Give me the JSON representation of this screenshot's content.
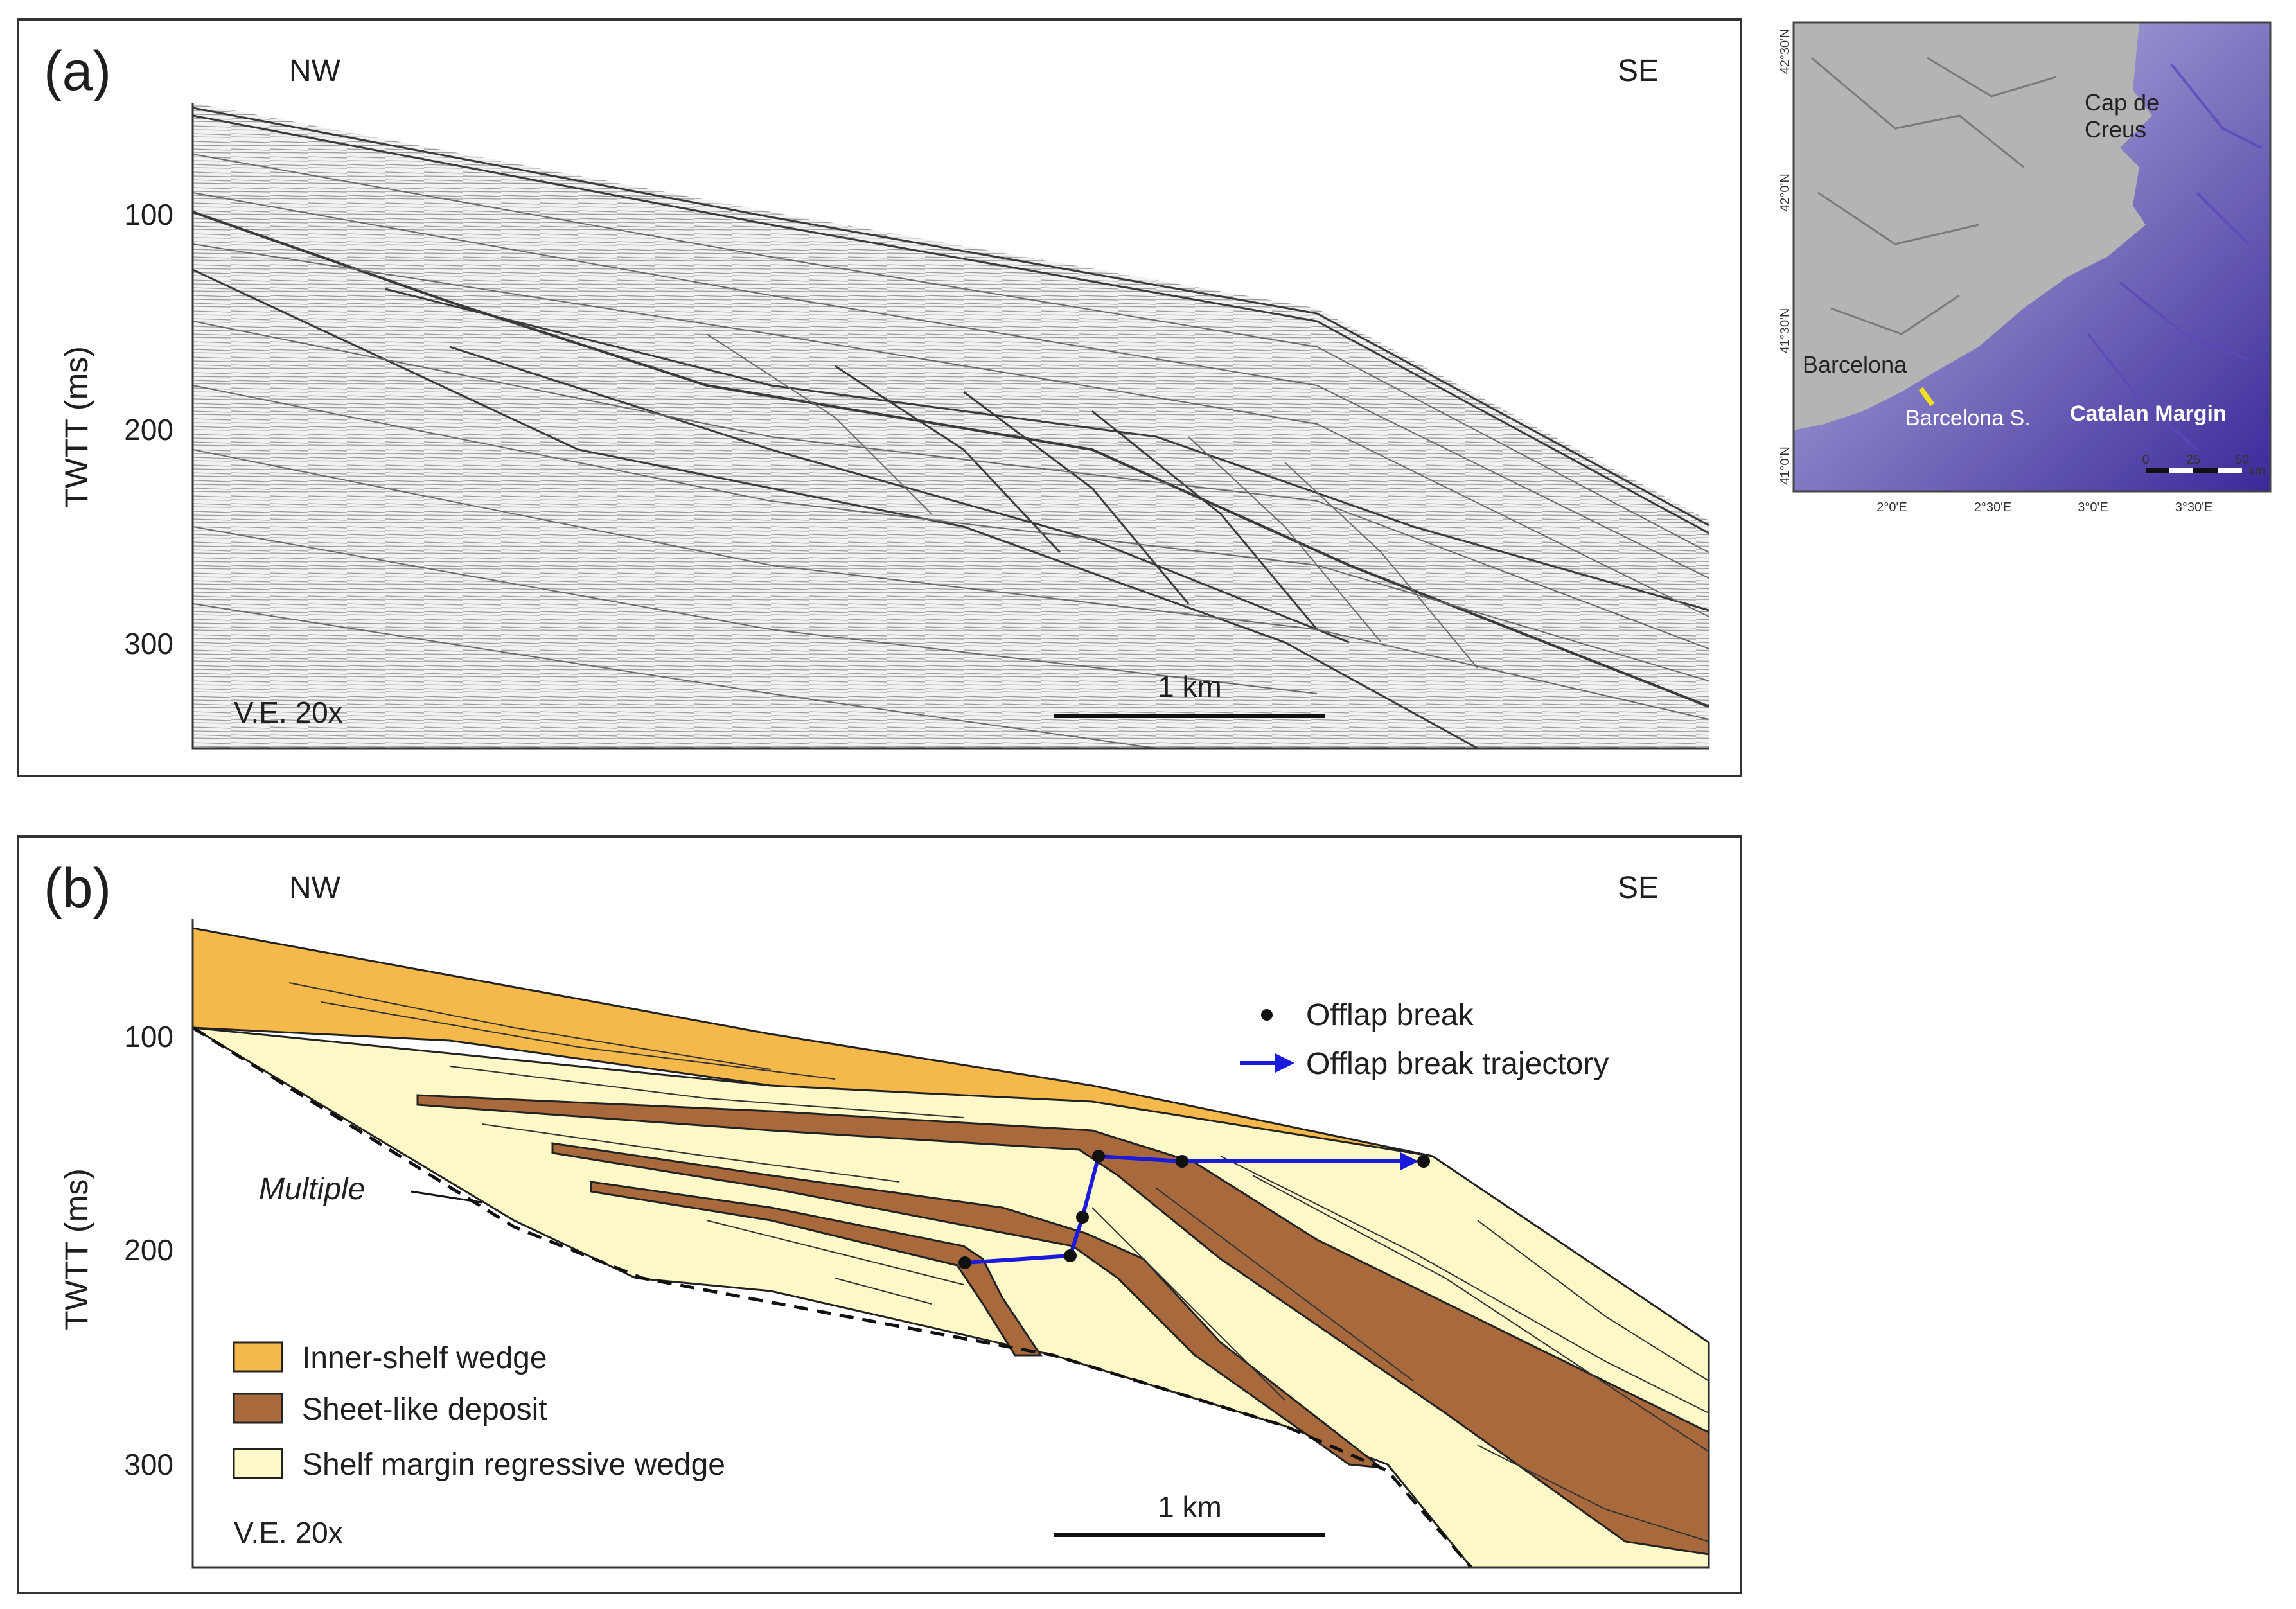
{
  "panel_a": {
    "label": "(a)",
    "left_dir": "NW",
    "right_dir": "SE",
    "ylabel": "TWTT  (ms)",
    "yticks": [
      "100",
      "200",
      "300"
    ],
    "vertical_exaggeration": "V.E. 20x",
    "scale_bar": "1 km"
  },
  "panel_b": {
    "label": "(b)",
    "left_dir": "NW",
    "right_dir": "SE",
    "ylabel": "TWTT  (ms)",
    "yticks": [
      "100",
      "200",
      "300"
    ],
    "vertical_exaggeration": "V.E. 20x",
    "scale_bar": "1 km",
    "multiple_label": "Multiple",
    "key_offlap_break": "Offlap break",
    "key_offlap_trajectory": "Offlap break trajectory",
    "legend": [
      {
        "label": "Inner-shelf wedge",
        "color": "#f5b84a"
      },
      {
        "label": "Sheet-like deposit",
        "color": "#a86a3c"
      },
      {
        "label": "Shelf margin regressive wedge",
        "color": "#fdf8c8"
      }
    ],
    "trajectory_color": "#1a1adc"
  },
  "inset_map": {
    "place_cap_creus_1": "Cap de",
    "place_cap_creus_2": "Creus",
    "place_barcelona": "Barcelona",
    "profile_label": "Barcelona S.",
    "region_label": "Catalan Margin",
    "lat_labels": [
      "42°30'N",
      "42°0'N",
      "41°30'N",
      "41°0'N"
    ],
    "lon_labels": [
      "2°0'E",
      "2°30'E",
      "3°0'E",
      "3°30'E"
    ],
    "scale_labels": [
      "0",
      "25",
      "50"
    ],
    "scale_unit": "km",
    "profile_color": "#f0e020"
  }
}
